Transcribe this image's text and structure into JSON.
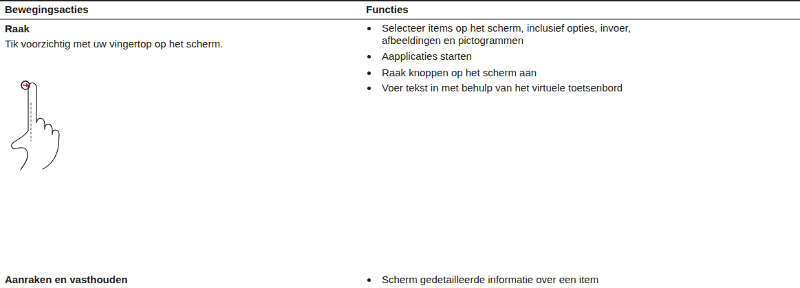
{
  "diagram": {
    "labels": [
      "Bewegingsacties",
      "Functies",
      "Raak",
      "Tik voorzichtig met uw vingertop op het scherm.",
      "Selecteer items op het scherm, inclusief opties, invoer, afbeeldingen en pictogrammen",
      "Aapplicaties starten",
      "Raak knoppen op het scherm aan",
      "Voer tekst in met behulp van het virtuele toetsenbord",
      "Aanraken en vasthouden",
      "Scherm gedetailleerde informatie over een item"
    ]
  }
}
